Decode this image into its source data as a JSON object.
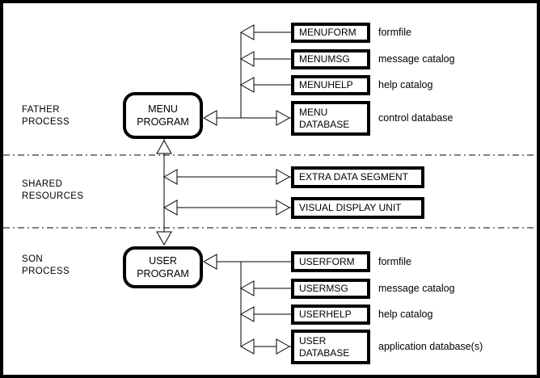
{
  "palette": {
    "ink": "#000000",
    "background": "#ffffff"
  },
  "sections": {
    "father": {
      "label": "FATHER\nPROCESS"
    },
    "shared": {
      "label": "SHARED\nRESOURCES"
    },
    "son": {
      "label": "SON\nPROCESS"
    }
  },
  "programs": {
    "menu": {
      "label": "MENU\nPROGRAM"
    },
    "user": {
      "label": "USER\nPROGRAM"
    }
  },
  "father_resources": [
    {
      "name": "MENUFORM",
      "desc": "formfile"
    },
    {
      "name": "MENUMSG",
      "desc": "message catalog"
    },
    {
      "name": "MENUHELP",
      "desc": "help catalog"
    },
    {
      "name": "MENU\nDATABASE",
      "desc": "control database"
    }
  ],
  "shared_resources": [
    {
      "name": "EXTRA DATA SEGMENT"
    },
    {
      "name": "VISUAL DISPLAY UNIT"
    }
  ],
  "son_resources": [
    {
      "name": "USERFORM",
      "desc": "formfile"
    },
    {
      "name": "USERMSG",
      "desc": "message catalog"
    },
    {
      "name": "USERHELP",
      "desc": "help catalog"
    },
    {
      "name": "USER\nDATABASE",
      "desc": "application database(s)"
    }
  ]
}
